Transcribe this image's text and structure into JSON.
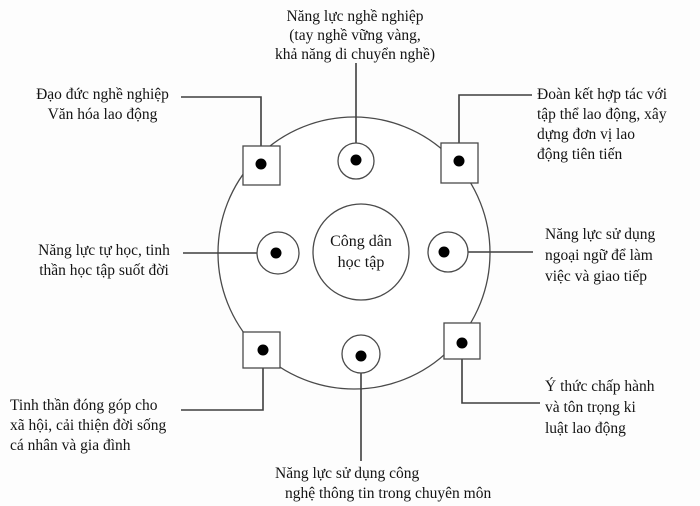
{
  "diagram": {
    "center": {
      "lines": [
        "Công dân",
        "học tập"
      ]
    },
    "labels": {
      "top": {
        "lines": [
          "Năng lực nghề nghiệp",
          "(tay nghề vững vàng,",
          "khả năng di chuyển nghề)"
        ]
      },
      "top_left": {
        "lines": [
          "Đạo đức nghề nghiệp",
          "Văn hóa lao động"
        ]
      },
      "top_right": {
        "lines": [
          "Đoàn kết hợp tác với",
          "tập thể lao động, xây",
          "dựng đơn vị lao",
          "động tiên tiến"
        ]
      },
      "mid_left": {
        "lines": [
          "Năng lực tự học, tinh",
          "thần học tập suốt đời"
        ]
      },
      "mid_right": {
        "lines": [
          "Năng lực sử dụng",
          "ngoại ngữ để làm",
          "việc và giao tiếp"
        ]
      },
      "bottom_left": {
        "lines": [
          "Tinh thần đóng góp cho",
          "xã hội, cải thiện đời sống",
          "cá nhân và gia đình"
        ]
      },
      "bottom_right": {
        "lines": [
          "Ý thức chấp hành",
          "và tôn trọng ki",
          "luật lao động"
        ]
      },
      "bottom": {
        "lines": [
          "Năng lực sử dụng công",
          "nghệ thông tin trong chuyên môn"
        ]
      }
    },
    "colors": {
      "shape_stroke": "#4a4a4a",
      "connector_stroke": "#3f3f3f",
      "dot_fill": "#000000",
      "text": "#141414",
      "background": "#fdfdfd"
    }
  }
}
